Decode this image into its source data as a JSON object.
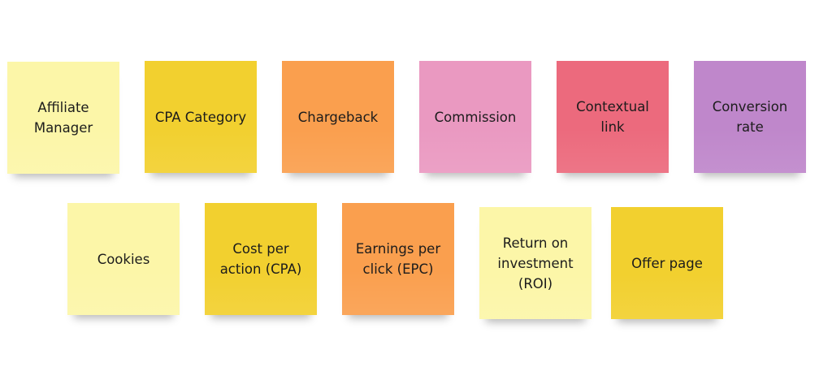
{
  "notes": [
    {
      "label": "Affiliate Manager",
      "color": "#fcf6a8"
    },
    {
      "label": "CPA Category",
      "color": "#f2d02f"
    },
    {
      "label": "Chargeback",
      "color": "#fa9f4e"
    },
    {
      "label": "Commission",
      "color": "#ea99c1"
    },
    {
      "label": "Contextual link",
      "color": "#ec6a7d"
    },
    {
      "label": "Conversion rate",
      "color": "#bf87cb"
    },
    {
      "label": "Cookies",
      "color": "#fcf6a8"
    },
    {
      "label": "Cost per action (CPA)",
      "color": "#f2d02f"
    },
    {
      "label": "Earnings per click (EPC)",
      "color": "#fa9f4e"
    },
    {
      "label": "Return on investment (ROI)",
      "color": "#fcf6a8"
    },
    {
      "label": "Offer page",
      "color": "#f2d02f"
    }
  ]
}
